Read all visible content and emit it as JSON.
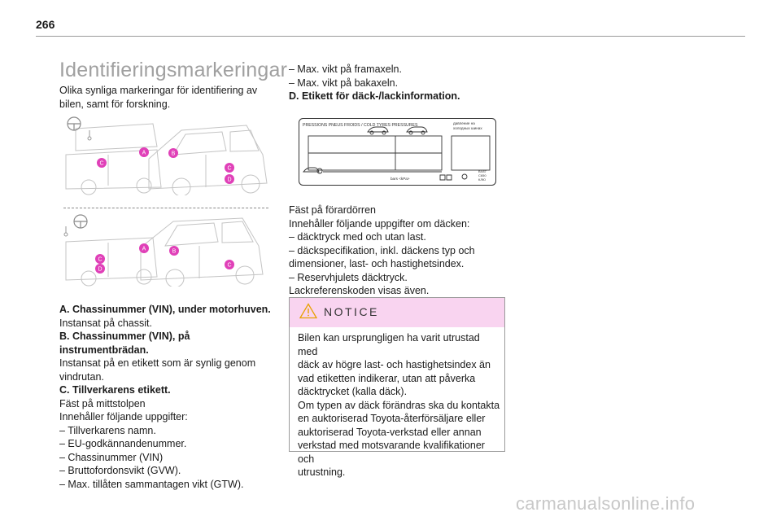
{
  "page_number": "266",
  "title": "Identifieringsmarkeringar",
  "intro": [
    "Olika synliga markeringar för identifiering av",
    "bilen, samt för forskning."
  ],
  "markers": {
    "a": "A",
    "b": "B",
    "c": "C",
    "d": "D"
  },
  "left_lines": [
    {
      "text": "A. Chassinummer (VIN), under motorhuven.",
      "bold": true
    },
    {
      "text": "Instansat på chassit.",
      "bold": false
    },
    {
      "text": "B. Chassinummer (VIN), på",
      "bold": true
    },
    {
      "text": "instrumentbrädan.",
      "bold": true
    },
    {
      "text": "Instansat på en etikett som är synlig genom",
      "bold": false
    },
    {
      "text": "vindrutan.",
      "bold": false
    },
    {
      "text": "C. Tillverkarens etikett.",
      "bold": true
    },
    {
      "text": "Fäst på mittstolpen",
      "bold": false
    },
    {
      "text": "Innehåller följande uppgifter:",
      "bold": false
    },
    {
      "text": "– Tillverkarens namn.",
      "bold": false
    },
    {
      "text": "– EU-godkännandenummer.",
      "bold": false
    },
    {
      "text": "– Chassinummer (VIN)",
      "bold": false
    },
    {
      "text": "– Bruttofordonsvikt (GVW).",
      "bold": false
    },
    {
      "text": "– Max. tillåten sammantagen vikt (GTW).",
      "bold": false
    }
  ],
  "right_top_lines": [
    {
      "text": "– Max. vikt på framaxeln.",
      "bold": false
    },
    {
      "text": "– Max. vikt på bakaxeln.",
      "bold": false
    },
    {
      "text": "D. Etikett för däck-/lackinformation.",
      "bold": true
    }
  ],
  "tyre_label": {
    "header": "PRESSIONS PNEUS FROIDS / COLD TYRES PRESSURES",
    "russian": [
      "давление на",
      "холодных шинах"
    ],
    "units": "bars <kPa>",
    "codes": [
      "BX87",
      "C650",
      "КЛЮ"
    ]
  },
  "right_mid_lines": [
    "Fäst på förardörren",
    "Innehåller följande uppgifter om däcken:",
    "– däcktryck med och utan last.",
    "– däckspecifikation, inkl. däckens typ och",
    "dimensioner, last- och hastighetsindex.",
    "– Reservhjulets däcktryck.",
    "Lackreferenskoden visas även."
  ],
  "notice": {
    "title": "NOTICE",
    "lines": [
      "Bilen kan ursprungligen ha varit utrustad med",
      "däck av högre last- och hastighetsindex än",
      "vad etiketten indikerar, utan att påverka",
      "däcktrycket (kalla däck).",
      "Om typen av däck förändras ska du kontakta",
      "en auktoriserad Toyota-återförsäljare eller",
      "auktoriserad Toyota-verkstad eller annan",
      "verkstad med motsvarande kvalifikationer och",
      "utrustning."
    ]
  },
  "watermark": "carmanualsonline.info",
  "colors": {
    "marker": "#e040b8",
    "notice_header": "#f9d4f0",
    "title": "#a0a0a0"
  }
}
